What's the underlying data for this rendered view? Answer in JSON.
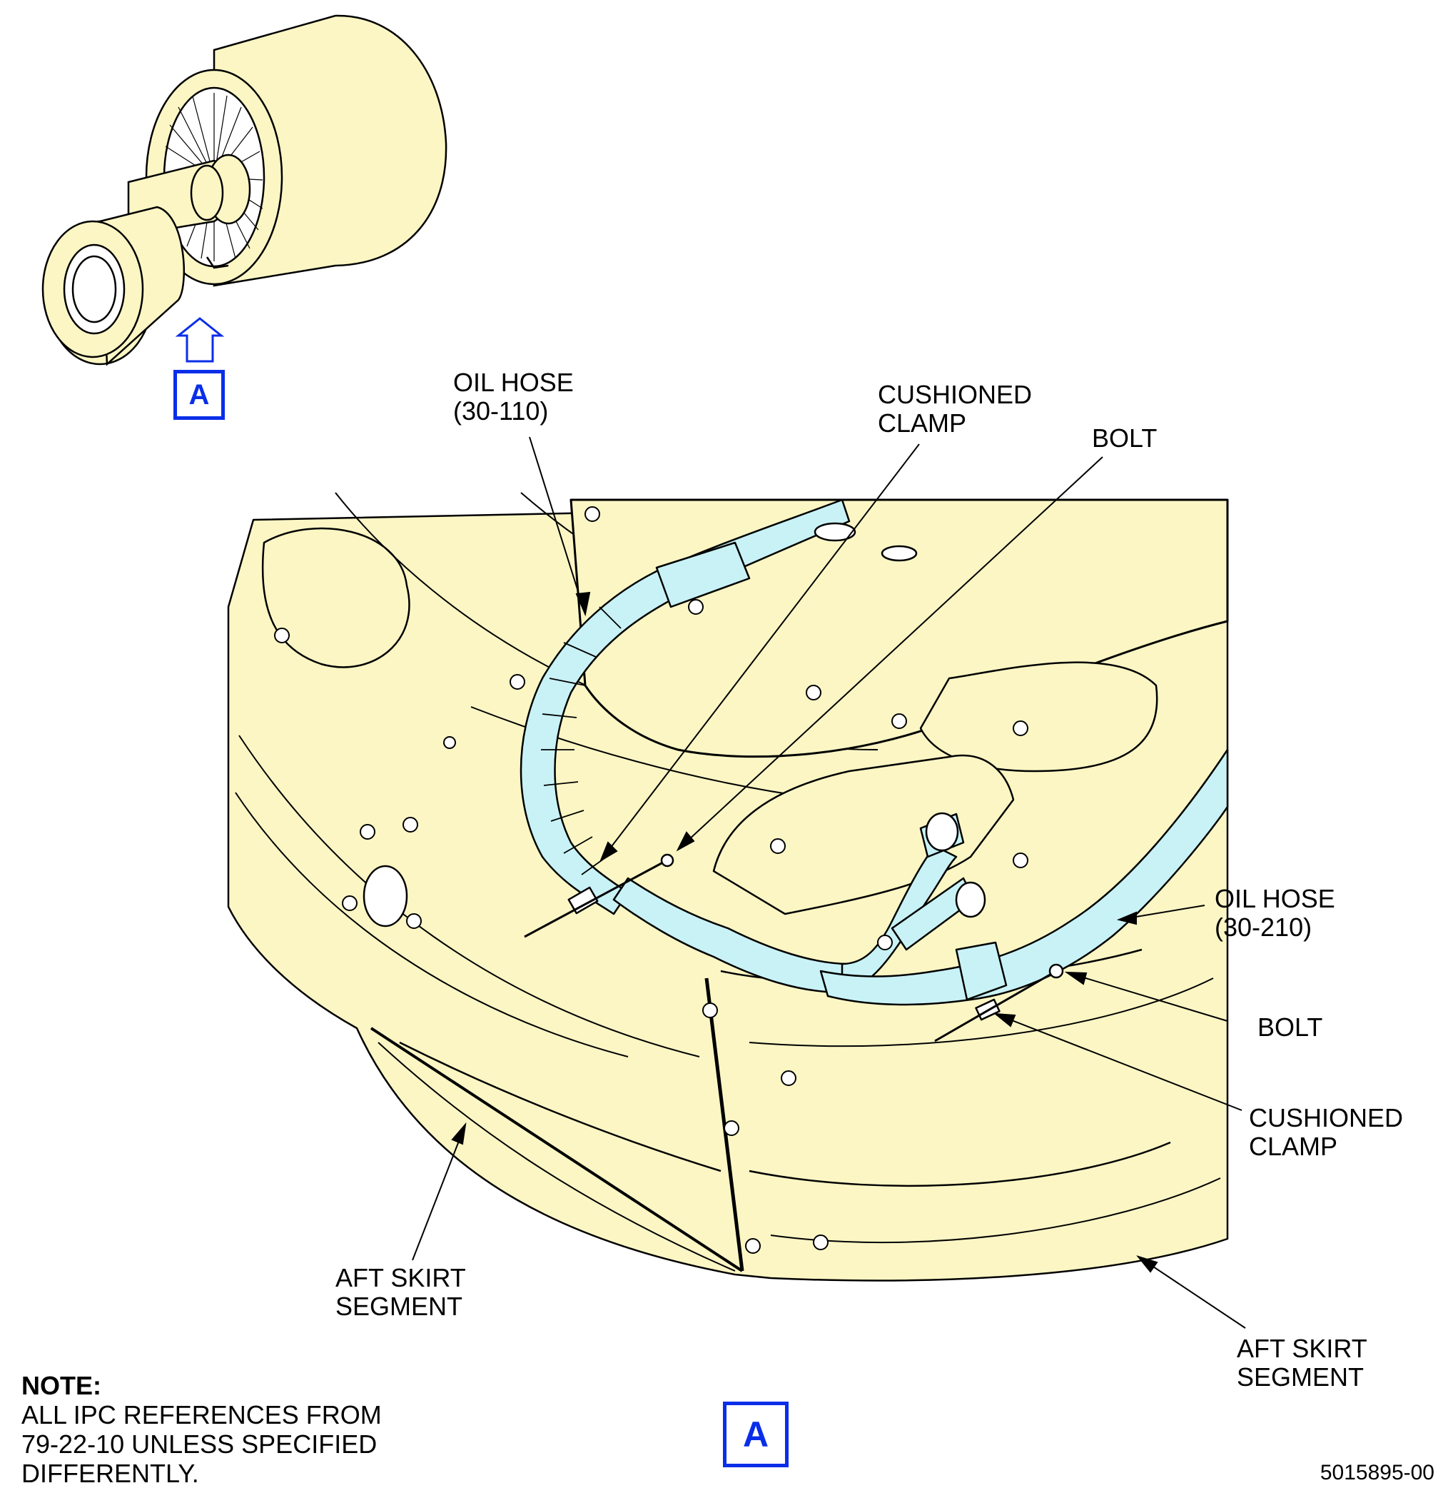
{
  "colors": {
    "part": "#fbf6c4",
    "hose": "#c8f2f6",
    "line": "#000000",
    "view_marker": "#0a2ee8"
  },
  "view_marker": {
    "arrow_icon": "up-arrow-icon",
    "small": "A",
    "large": "A"
  },
  "callouts": {
    "oil_hose_110": {
      "line1": "OIL HOSE",
      "line2": "(30-110)"
    },
    "cushioned_clamp_top": {
      "line1": "CUSHIONED",
      "line2": "CLAMP"
    },
    "bolt_top": {
      "line1": "BOLT"
    },
    "oil_hose_210": {
      "line1": "OIL HOSE",
      "line2": "(30-210)"
    },
    "bolt_right": {
      "line1": "BOLT"
    },
    "cushioned_clamp_right": {
      "line1": "CUSHIONED",
      "line2": "CLAMP"
    },
    "aft_skirt_left": {
      "line1": "AFT SKIRT",
      "line2": "SEGMENT"
    },
    "aft_skirt_right": {
      "line1": "AFT SKIRT",
      "line2": "SEGMENT"
    }
  },
  "note": {
    "title": "NOTE:",
    "line1": "ALL IPC REFERENCES FROM",
    "line2": "79-22-10 UNLESS SPECIFIED",
    "line3": "DIFFERENTLY."
  },
  "figure_number": "5015895-00"
}
